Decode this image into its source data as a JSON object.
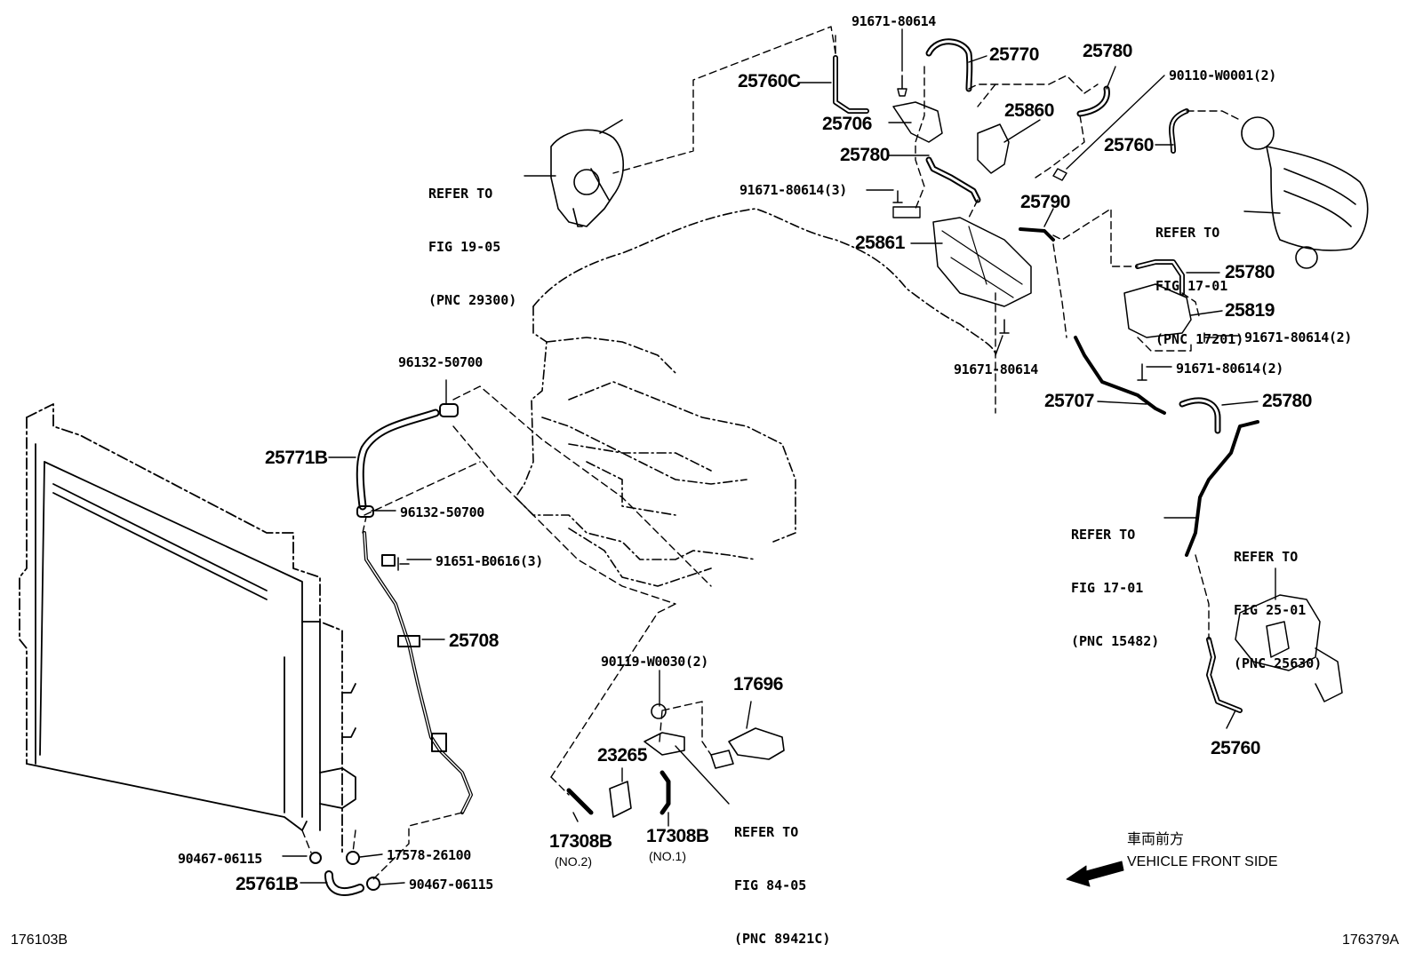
{
  "labels": {
    "p_91671_80614_top": "91671-80614",
    "p_25770": "25770",
    "p_25780_top": "25780",
    "p_90110": "90110-W0001(2)",
    "p_25760c": "25760C",
    "p_25706": "25706",
    "p_25860": "25860",
    "p_25780_mid": "25780",
    "p_25760_right": "25760",
    "p_91671_80614_3": "91671-80614(3)",
    "p_25790": "25790",
    "p_25861": "25861",
    "p_25780_r2": "25780",
    "p_25819": "25819",
    "p_91671_80614_2a": "91671-80614(2)",
    "p_91671_80614_mid": "91671-80614",
    "p_91671_80614_2b": "91671-80614(2)",
    "p_25707": "25707",
    "p_25780_r3": "25780",
    "p_96132_top": "96132-50700",
    "p_25771b": "25771B",
    "p_96132_bot": "96132-50700",
    "p_91651": "91651-B0616(3)",
    "p_25708": "25708",
    "p_90119": "90119-W0030(2)",
    "p_17696": "17696",
    "p_23265": "23265",
    "p_17308b_a": "17308B",
    "p_17308b_b": "17308B",
    "p_90467_a": "90467-06115",
    "p_17578": "17578-26100",
    "p_25761b": "25761B",
    "p_90467_b": "90467-06115",
    "p_25760_bot": "25760"
  },
  "subs": {
    "no2": "(NO.2)",
    "no1": "(NO.1)"
  },
  "refs": {
    "ref_19_05": [
      "REFER TO",
      "FIG 19-05",
      "(PNC 29300)"
    ],
    "ref_17_01_a": [
      "REFER TO",
      "FIG 17-01",
      "(PNC 17201)"
    ],
    "ref_17_01_b": [
      "REFER TO",
      "FIG 17-01",
      "(PNC 15482)"
    ],
    "ref_25_01": [
      "REFER TO",
      "FIG 25-01",
      "(PNC 25630)"
    ],
    "ref_84_05": [
      "REFER TO",
      "FIG 84-05",
      "(PNC 89421C)"
    ]
  },
  "front": {
    "jp": "車両前方",
    "en": "VEHICLE FRONT SIDE"
  },
  "codes": {
    "left": "176103B",
    "right": "176379A"
  }
}
